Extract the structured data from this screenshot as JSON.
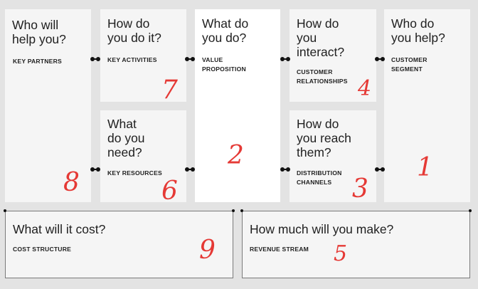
{
  "partners": {
    "question": "Who will\nhelp you?",
    "label": "KEY PARTNERS",
    "number": "8"
  },
  "activities": {
    "question": "How do\nyou do it?",
    "label": "KEY ACTIVITIES",
    "number": "7"
  },
  "value": {
    "question": "What do\nyou do?",
    "label": "VALUE\nPROPOSITION",
    "number": "2"
  },
  "relationships": {
    "question": "How do\nyou\ninteract?",
    "label": "CUSTOMER\nRELATIONSHIPS",
    "number": "4"
  },
  "segment": {
    "question": "Who do\nyou help?",
    "label": "CUSTOMER\nSEGMENT",
    "number": "1"
  },
  "resources": {
    "question": "What\ndo you\nneed?",
    "label": "KEY RESOURCES",
    "number": "6"
  },
  "channels": {
    "question": "How do\nyou reach\nthem?",
    "label": "DISTRIBUTION\nCHANNELS",
    "number": "3"
  },
  "cost": {
    "question": "What will it cost?",
    "label": "COST STRUCTURE",
    "number": "9"
  },
  "revenue": {
    "question": "How much will you make?",
    "label": "REVENUE STREAM",
    "number": "5"
  }
}
